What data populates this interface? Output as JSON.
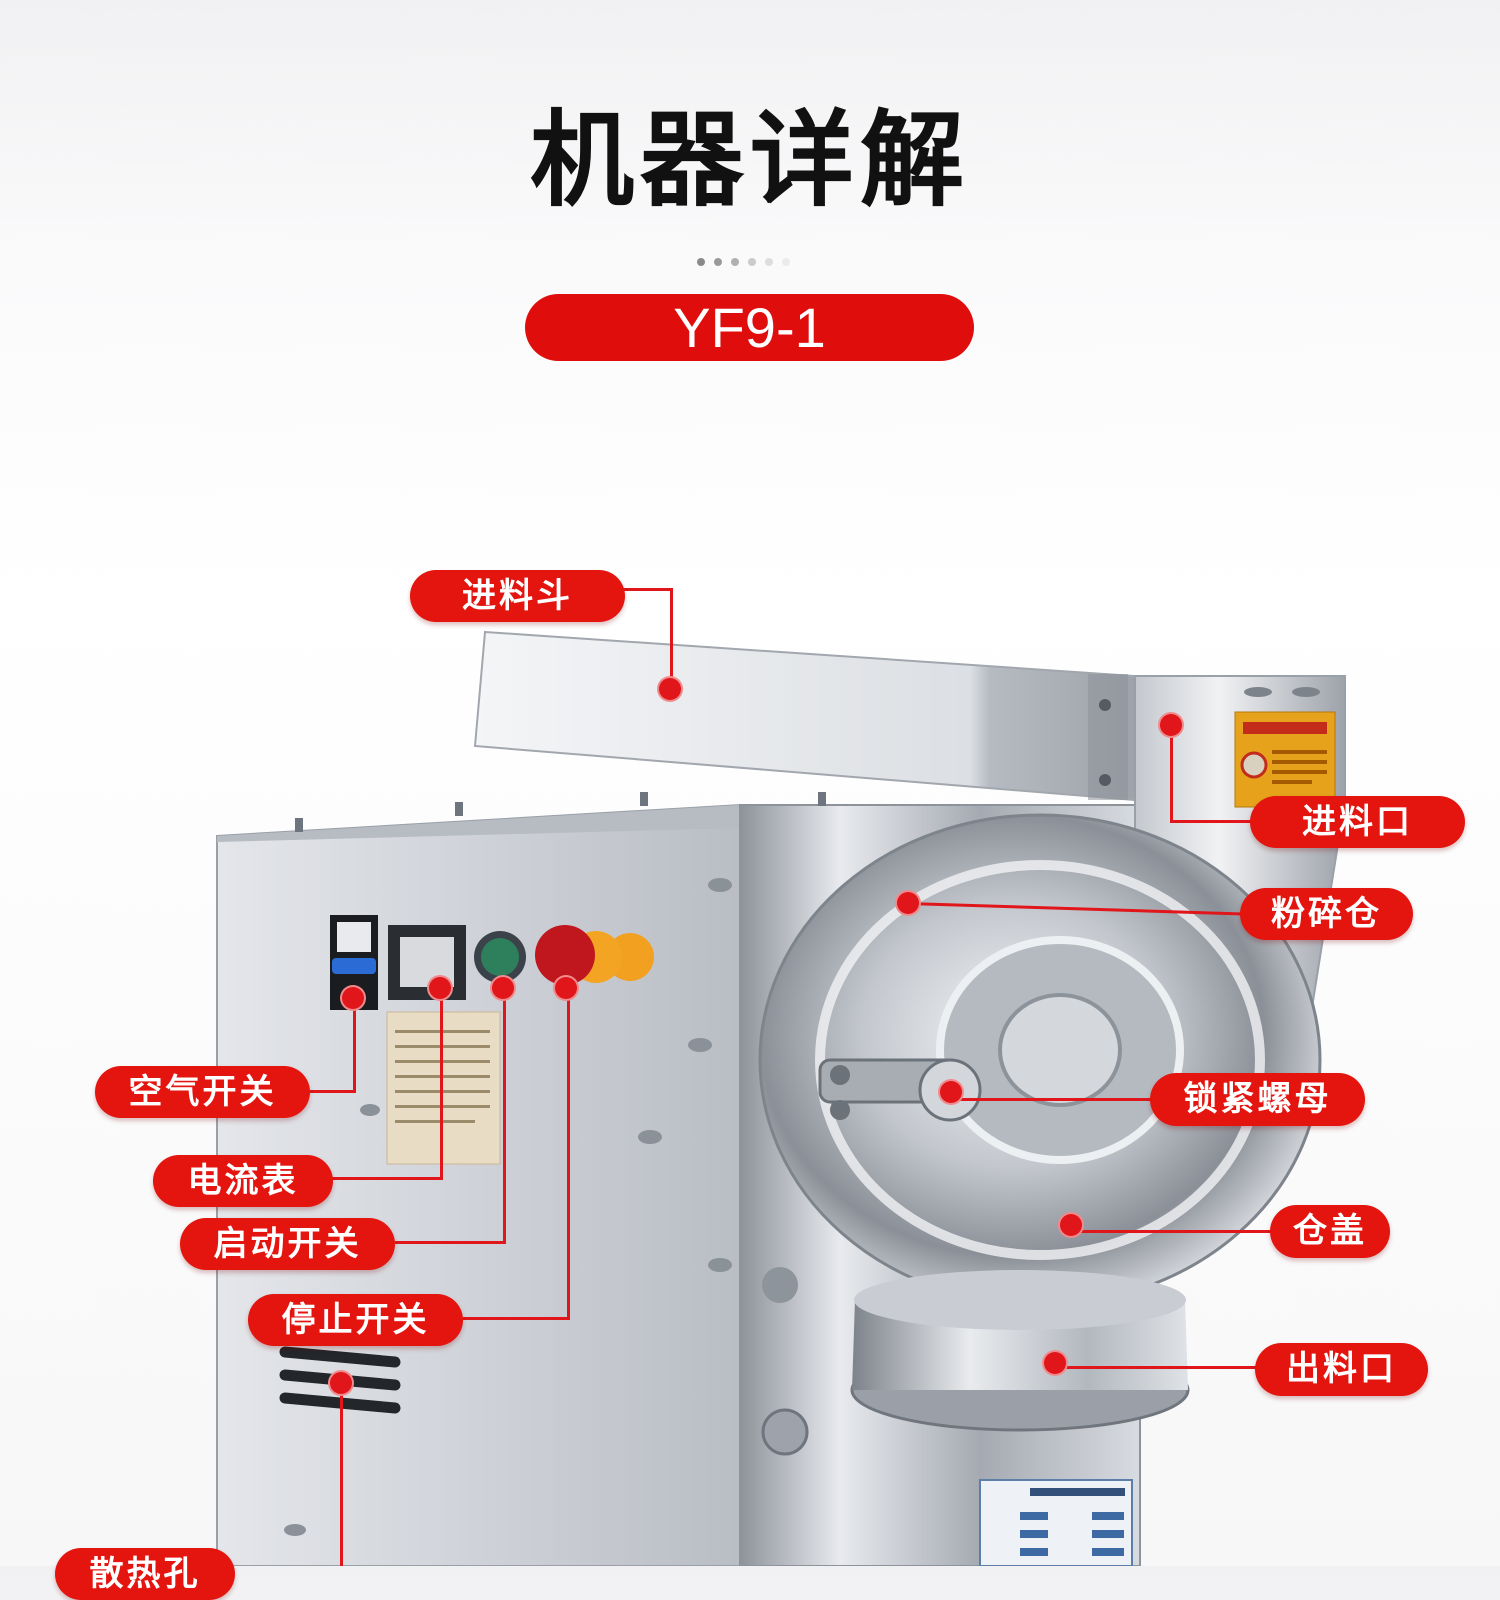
{
  "header": {
    "title": "机器详解",
    "model": "YF9-1"
  },
  "colors": {
    "accent": "#e4140f",
    "title": "#111111",
    "steel": "#c8ccd2"
  },
  "labels": {
    "hopper": "进料斗",
    "inlet": "进料口",
    "chamber": "粉碎仓",
    "air_switch": "空气开关",
    "ammeter": "电流表",
    "lock_nut": "锁紧螺母",
    "start_switch": "启动开关",
    "cover": "仓盖",
    "stop_switch": "停止开关",
    "outlet": "出料口",
    "heat_vent": "散热孔"
  }
}
